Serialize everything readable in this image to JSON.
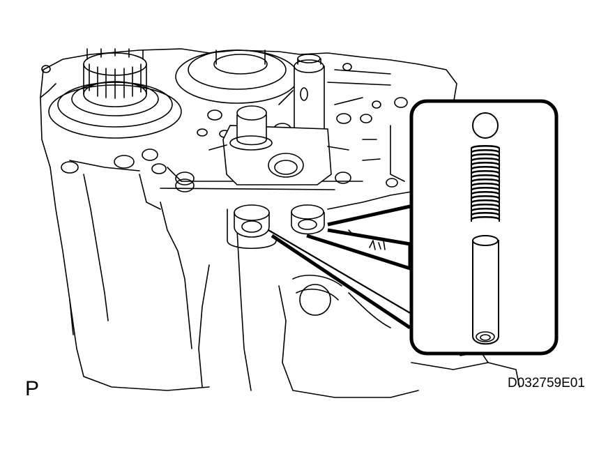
{
  "figure": {
    "view_label": "P",
    "drawing_code": "D032759E01"
  },
  "inset_parts": [
    "ball",
    "spring",
    "pin"
  ]
}
